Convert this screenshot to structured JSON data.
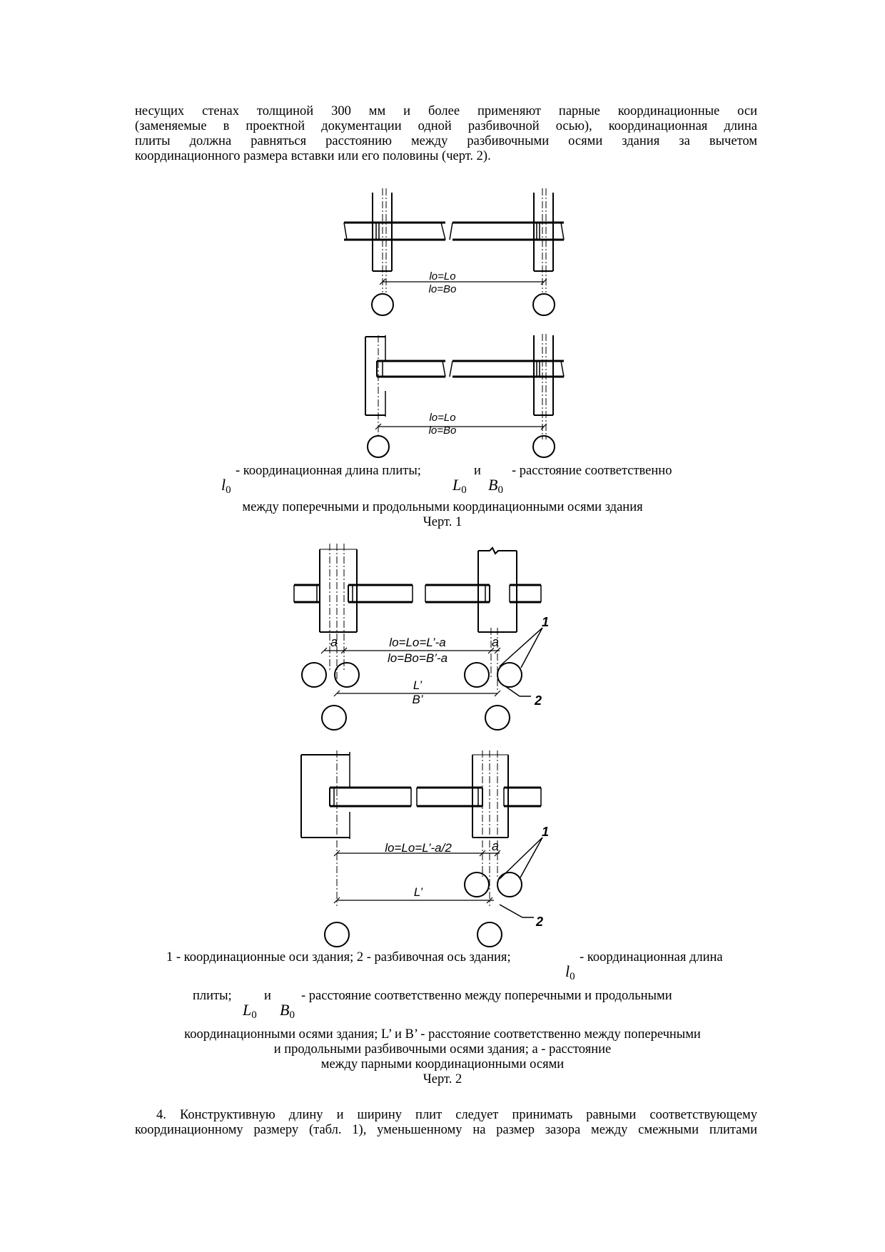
{
  "intro": {
    "lines": [
      "несущих стенах толщиной 300 мм и более применяют парные координационные оси",
      "(заменяемые в проектной документации одной разбивочной осью), координационная длина",
      "плиты должна равняться расстоянию между разбивочными осями здания за вычетом",
      "координационного размера вставки или его половины (черт. 2)."
    ]
  },
  "fig1": {
    "dim_label_a": "lo=Lo",
    "dim_label_b": "lo=Bo",
    "caption_line1_a": "- координационная длина плиты;",
    "caption_line1_b": "и",
    "caption_line1_c": "- расстояние соответственно",
    "sym_l0": "l",
    "sym_L0": "L",
    "sym_B0": "B",
    "subscript": "0",
    "caption_line2": "между поперечными и продольными координационными осями здания",
    "title": "Черт. 1"
  },
  "fig2": {
    "label_a": "a",
    "top_dim_1": "lo=Lo=L’-a",
    "top_dim_2": "lo=Bo=B’-a",
    "top_L": "L’",
    "top_B": "B’",
    "bottom_dim": "lo=Lo=L’-a/2",
    "bottom_L": "L’",
    "callout_1": "1",
    "callout_2": "2",
    "caption_line1_a": "1 - координационные оси здания; 2 - разбивочная ось здания;",
    "caption_line1_b": "- координационная длина",
    "caption_line2_a": "плиты;",
    "caption_line2_b": "и",
    "caption_line2_c": "- расстояние соответственно между поперечными и продольными",
    "caption_line3": "координационными осями здания; L’ и В’ - расстояние соответственно между поперечными",
    "caption_line4": "и продольными разбивочными осями здания; а - расстояние",
    "caption_line5": "между парными координационными осями",
    "title": "Черт. 2"
  },
  "section4": {
    "line1": "4. Конструктивную длину и ширину плит следует принимать равными соответствующему",
    "line2": "координационному размеру (табл. 1), уменьшенному на размер зазора между смежными плитами"
  }
}
